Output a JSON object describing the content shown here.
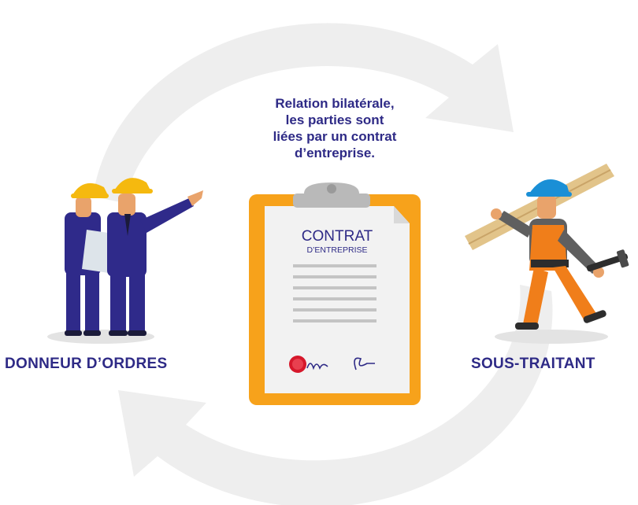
{
  "relation_text": {
    "line1": "Relation bilatérale,",
    "line2": "les parties sont",
    "line3": "liées par un contrat",
    "line4": "d’entreprise."
  },
  "document": {
    "title": "CONTRAT",
    "subtitle": "D’ENTREPRISE"
  },
  "roles": {
    "left": "DONNEUR D’ORDRES",
    "right": "SOUS-TRAITANT"
  },
  "colors": {
    "arrow": "#eeeeee",
    "text": "#2e2a86",
    "clipboard": "#f7a21b",
    "suit": "#2f2a8a",
    "helmet": "#f5b90f",
    "worker_helmet": "#1a8fd6",
    "worker_outfit": "#f07e1a",
    "seal": "#d6182b"
  },
  "icons": [
    "cycle-arrows",
    "clipboard-contract-icon",
    "business-men-icon",
    "construction-worker-icon",
    "wax-seal-icon"
  ]
}
